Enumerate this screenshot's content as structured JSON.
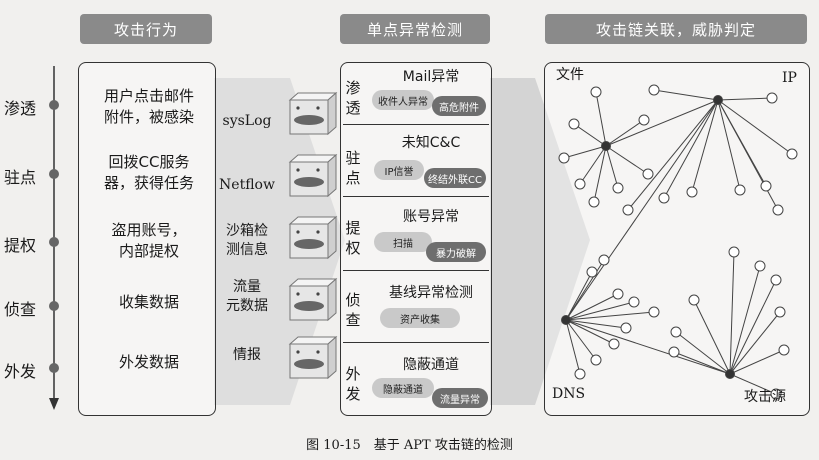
{
  "headers": {
    "behavior": "攻击行为",
    "single_point": "单点异常检测",
    "chain": "攻击链关联，威胁判定"
  },
  "stages": [
    "渗透",
    "驻点",
    "提权",
    "侦查",
    "外发"
  ],
  "behaviors": [
    [
      "用户点击邮件",
      "附件，被感染"
    ],
    [
      "回拨CC服务",
      "器，获得任务"
    ],
    [
      "盗用账号，",
      "内部提权"
    ],
    [
      "收集数据"
    ],
    [
      "外发数据"
    ]
  ],
  "sources": [
    [
      "sysLog"
    ],
    [
      "Netflow"
    ],
    [
      "沙箱检",
      "测信息"
    ],
    [
      "流量",
      "元数据"
    ],
    [
      "情报"
    ]
  ],
  "detections": [
    {
      "label": "渗透",
      "title": "Mail异常",
      "pills": [
        "收件人异常",
        "高危附件"
      ]
    },
    {
      "label": "驻点",
      "title": "未知C&C",
      "pills": [
        "IP信誉",
        "终结外联CC"
      ]
    },
    {
      "label": "提权",
      "title": "账号异常",
      "pills": [
        "扫描",
        "暴力破解"
      ]
    },
    {
      "label": "侦查",
      "title": "基线异常检测",
      "pills": [
        "资产收集"
      ]
    },
    {
      "label": "外发",
      "title": "隐蔽通道",
      "pills": [
        "隐蔽通道",
        "流量异常"
      ]
    }
  ],
  "network": {
    "labels": {
      "file": "文件",
      "ip": "IP",
      "dns": "DNS",
      "attacker": "攻击源"
    }
  },
  "caption": "图 10-15　基于 APT 攻击链的检测",
  "colors": {
    "header_bg": "#8a8a8a",
    "pill_light": "#c9c9c9",
    "pill_dark": "#6e6e6e",
    "arrow": "#d4d4d4"
  }
}
